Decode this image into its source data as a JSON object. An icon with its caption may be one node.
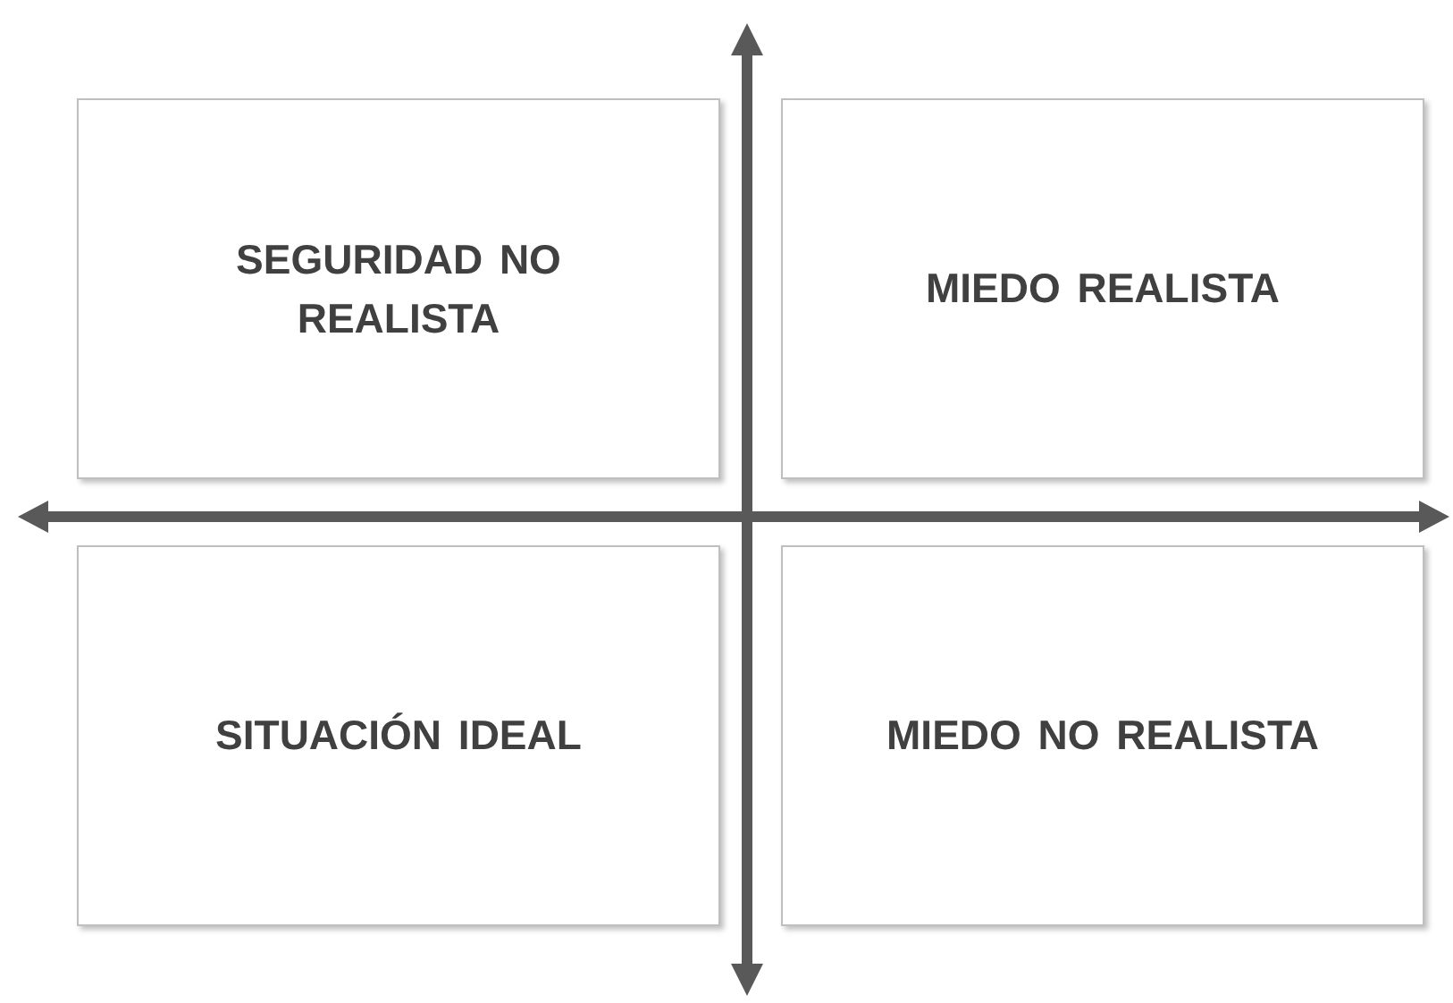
{
  "diagram": {
    "nodes": [
      {
        "text": [
          "SEGURIDAD NO REALISTA"
        ]
      },
      {
        "text": [
          "MIEDO REALISTA"
        ]
      },
      {
        "text": [
          "SITUACIÓN IDEAL"
        ]
      },
      {
        "text": [
          "MIEDO NO REALISTA"
        ]
      }
    ]
  }
}
